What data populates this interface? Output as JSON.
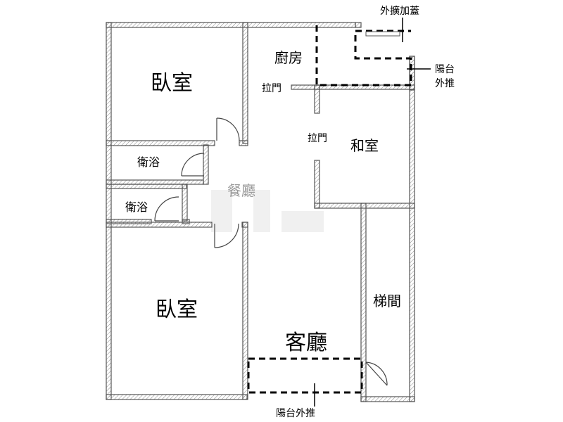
{
  "rooms": {
    "bedroom_top": "臥室",
    "bedroom_bottom": "臥室",
    "kitchen": "廚房",
    "bath_1": "衛浴",
    "bath_2": "衛浴",
    "dining": "餐廳",
    "japanese_room": "和室",
    "living_room": "客廳",
    "stairwell": "梯間"
  },
  "annotations": {
    "extension": "外擴加蓋",
    "balcony_push_right_1": "陽台",
    "balcony_push_right_2": "外推",
    "sliding_door_1": "拉門",
    "sliding_door_2": "拉門",
    "balcony_push_bottom": "陽台外推"
  },
  "colors": {
    "wall_line": "#555555",
    "dashed_outline": "#000000",
    "text": "#000000"
  }
}
